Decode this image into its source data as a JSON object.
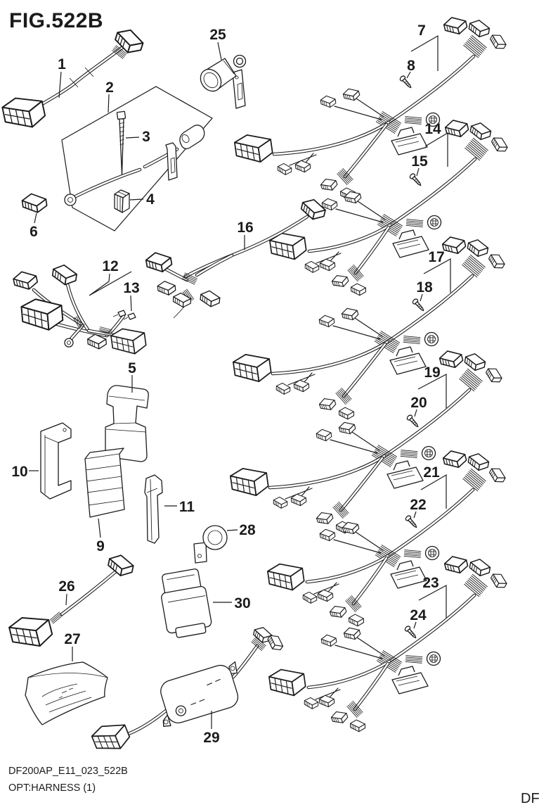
{
  "figure": {
    "title": "FIG.522B"
  },
  "footer": {
    "drawing_code": "DF200AP_E11_023_522B",
    "caption": "OPT:HARNESS (1)",
    "corner_text": "DF"
  },
  "colors": {
    "ink": "#1b1b1b",
    "background": "#ffffff"
  },
  "callouts": [
    {
      "part": "1"
    },
    {
      "part": "2"
    },
    {
      "part": "3"
    },
    {
      "part": "4"
    },
    {
      "part": "5"
    },
    {
      "part": "6"
    },
    {
      "part": "7"
    },
    {
      "part": "8"
    },
    {
      "part": "9"
    },
    {
      "part": "10"
    },
    {
      "part": "11"
    },
    {
      "part": "12"
    },
    {
      "part": "13"
    },
    {
      "part": "14"
    },
    {
      "part": "15"
    },
    {
      "part": "16"
    },
    {
      "part": "17"
    },
    {
      "part": "18"
    },
    {
      "part": "19"
    },
    {
      "part": "20"
    },
    {
      "part": "21"
    },
    {
      "part": "22"
    },
    {
      "part": "23"
    },
    {
      "part": "24"
    },
    {
      "part": "25"
    },
    {
      "part": "26"
    },
    {
      "part": "27"
    },
    {
      "part": "28"
    },
    {
      "part": "29"
    },
    {
      "part": "30"
    }
  ]
}
